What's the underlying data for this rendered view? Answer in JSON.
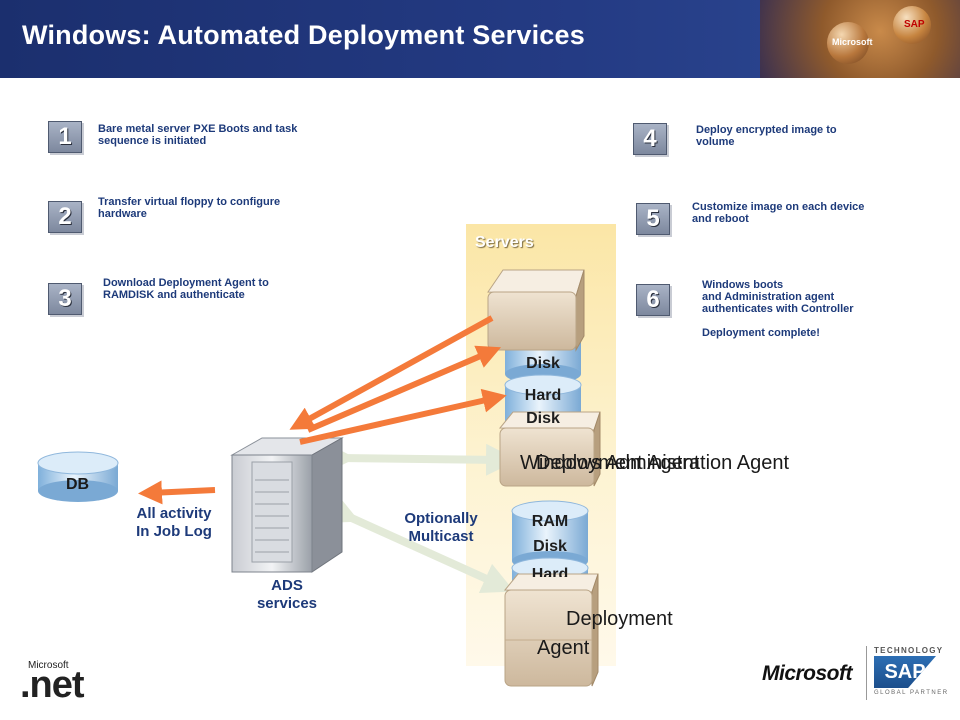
{
  "header": {
    "title": "Windows: Automated Deployment Services",
    "sphere_left_label": "Microsoft",
    "sphere_right_label": "SAP"
  },
  "steps": [
    {
      "number": "1",
      "text": "Bare metal server PXE Boots and  task\nsequence is initiated"
    },
    {
      "number": "2",
      "text": "Transfer virtual floppy to configure\nhardware"
    },
    {
      "number": "3",
      "text": "Download Deployment Agent to\nRAMDISK and authenticate"
    },
    {
      "number": "4",
      "text": "Deploy encrypted image to\nvolume"
    },
    {
      "number": "5",
      "text": "Customize image on each device\nand reboot"
    },
    {
      "number": "6",
      "text": "Windows boots\nand Administration agent\nauthenticates with Controller\n\nDeployment complete!"
    }
  ],
  "diagram": {
    "servers_label": "Servers",
    "top_stack": {
      "upper_disk": "Disk",
      "hard_line1": "Hard",
      "hard_line2": "Disk"
    },
    "agent_labels": {
      "overlap_a": "Windows Administration Agent",
      "overlap_b": "Deployment Agent"
    },
    "bottom_stack": {
      "ram_line1": "RAM",
      "ram_line2": "Disk",
      "hard_partial": "Hard",
      "agent_line1": "Deployment",
      "agent_line2": "Agent"
    },
    "db_label": "DB",
    "job_log_label": "All activity\nIn Job Log",
    "ads_label": "ADS\nservices",
    "multicast_label": "Optionally\nMulticast",
    "colors": {
      "arrow_orange": "#f47a3a",
      "arrow_light": "#e6eddc",
      "panel": "#fbe6a6",
      "header": "#1b2f6e"
    }
  },
  "footer": {
    "net_small": "Microsoft",
    "net_logo": ".net",
    "microsoft_logo": "Microsoft",
    "sap_technology": "TECHNOLOGY",
    "sap_logo": "SAP",
    "sap_partner": "GLOBAL PARTNER"
  }
}
